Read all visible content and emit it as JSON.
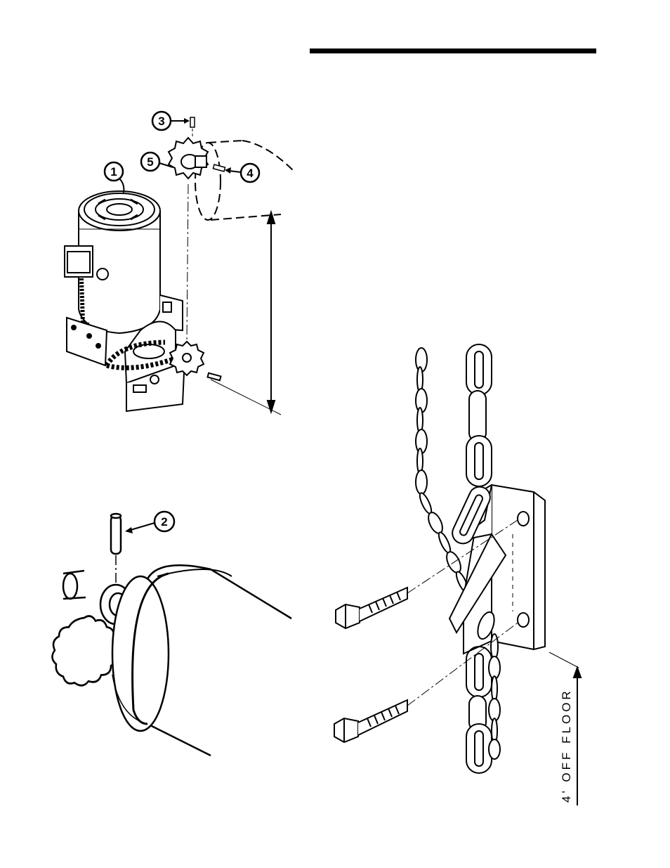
{
  "callouts": {
    "c1": "1",
    "c2": "2",
    "c3": "3",
    "c4": "4",
    "c5": "5"
  },
  "floor_label": "4' OFF FLOOR",
  "colors": {
    "ink": "#000000",
    "paper": "#ffffff",
    "shade": "#d9d9d9"
  }
}
